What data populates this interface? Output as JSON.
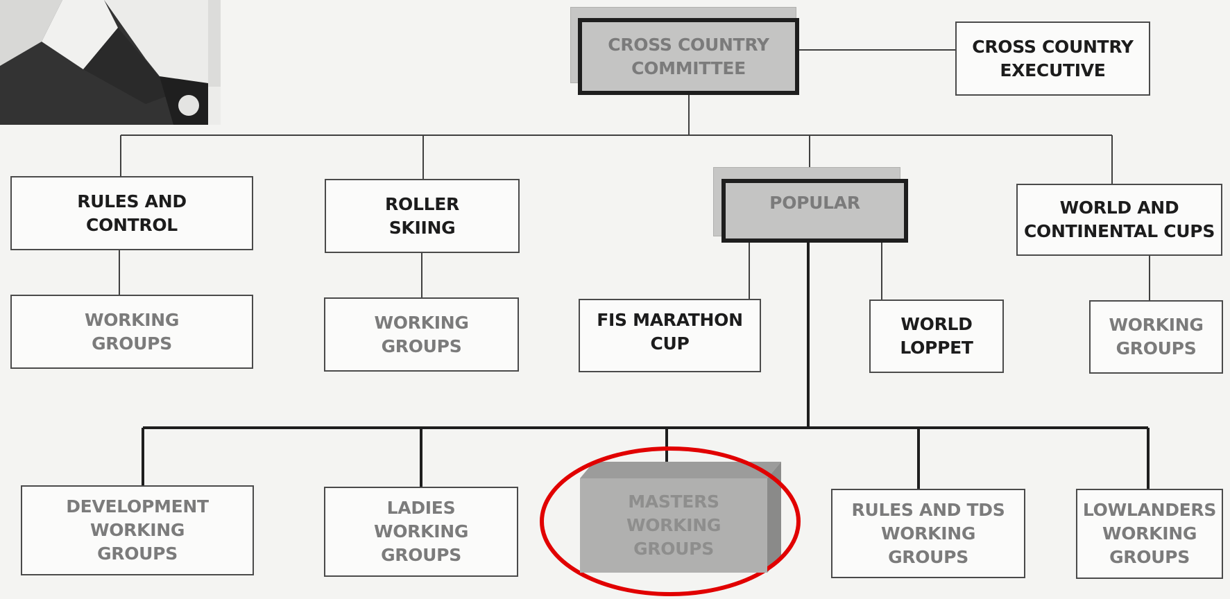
{
  "org_chart": {
    "root": {
      "label": "CROSS COUNTRY\nCOMMITTEE"
    },
    "executive": {
      "label": "CROSS COUNTRY\nEXECUTIVE"
    },
    "subcommittees": [
      {
        "label": "RULES AND\nCONTROL",
        "group": "WORKING\nGROUPS"
      },
      {
        "label": "ROLLER\nSKIING",
        "group": "WORKING\nGROUPS"
      },
      {
        "label": "POPULAR"
      },
      {
        "label": "WORLD AND\nCONTINENTAL CUPS",
        "group": "WORKING\nGROUPS"
      }
    ],
    "popular_children": [
      {
        "label": "FIS MARATHON\nCUP"
      },
      {
        "label": "WORLD\nLOPPET"
      }
    ],
    "popular_working_groups": [
      {
        "label": "DEVELOPMENT\nWORKING\nGROUPS"
      },
      {
        "label": "LADIES\nWORKING\nGROUPS"
      },
      {
        "label": "MASTERS\nWORKING\nGROUPS"
      },
      {
        "label": "RULES AND TDS\nWORKING\nGROUPS"
      },
      {
        "label": "LOWLANDERS\nWORKING\nGROUPS"
      }
    ],
    "highlighted": "MASTERS\nWORKING\nGROUPS",
    "colors": {
      "highlight_circle": "#e10000",
      "box_fill": "#fbfbfa",
      "highlight_fill": "#c4c4c3",
      "gray_text": "#7b7b7b"
    }
  }
}
